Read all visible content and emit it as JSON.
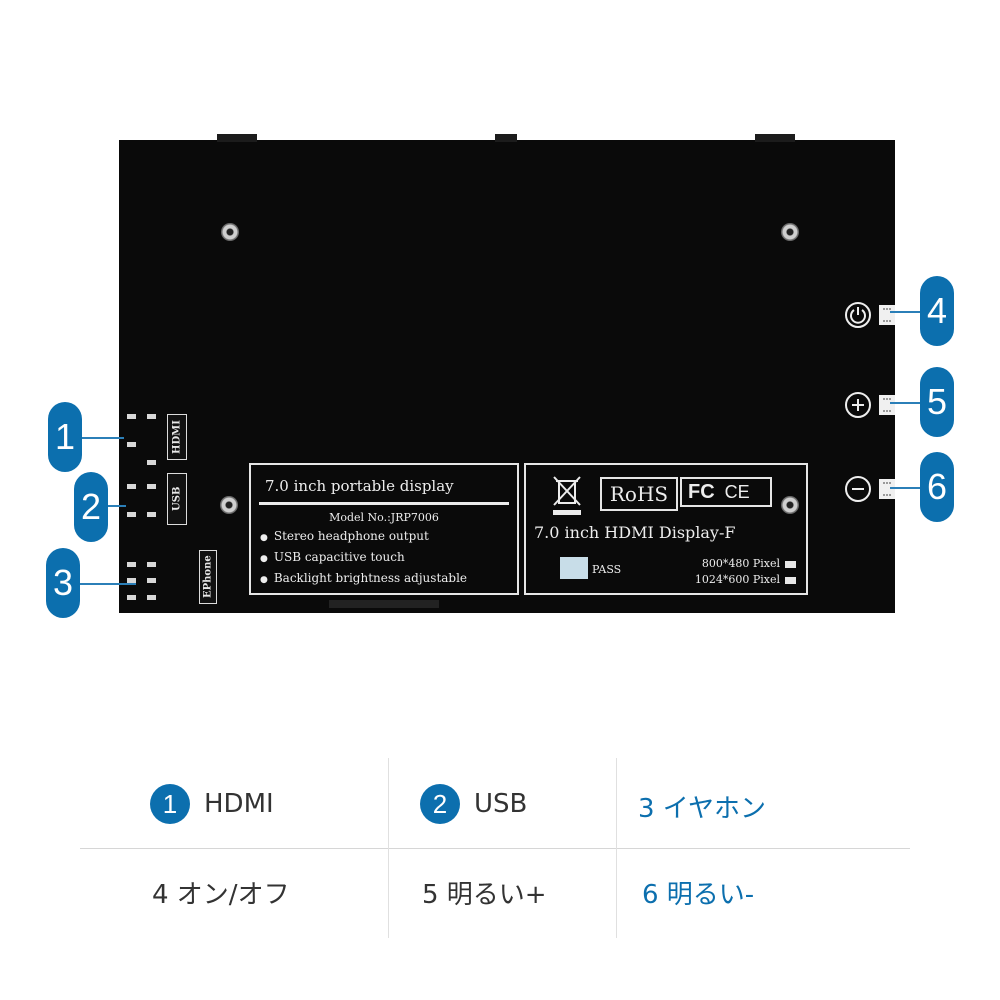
{
  "board": {
    "port_labels": {
      "hdmi": "HDMI",
      "usb": "USB",
      "earphone": "EPhone"
    },
    "left_plate": {
      "title": "7.0 inch portable display",
      "model": "Model No.:JRP7006",
      "features": [
        "Stereo headphone output",
        "USB capacitive touch",
        "Backlight brightness adjustable"
      ]
    },
    "right_plate": {
      "cert_rohs": "RoHS",
      "cert_fc": "FC",
      "cert_ce": "CE",
      "display_name": "7.0 inch HDMI Display-F",
      "pass_text": "PASS",
      "pixel_1": "800*480 Pixel",
      "pixel_2": "1024*600 Pixel"
    },
    "button_icons": [
      "power-icon",
      "plus-icon",
      "minus-icon"
    ]
  },
  "callouts": [
    "1",
    "2",
    "3",
    "4",
    "5",
    "6"
  ],
  "legend": {
    "row1": [
      {
        "num": "1",
        "label": "HDMI"
      },
      {
        "num": "2",
        "label": "USB"
      },
      {
        "text": "3 イヤホン"
      }
    ],
    "row2": [
      {
        "text": "4 オン/オフ"
      },
      {
        "text": "5 明るい+"
      },
      {
        "text": "6 明るい-"
      }
    ]
  },
  "colors": {
    "accent": "#0c6fae",
    "board": "#0a0a0a"
  }
}
